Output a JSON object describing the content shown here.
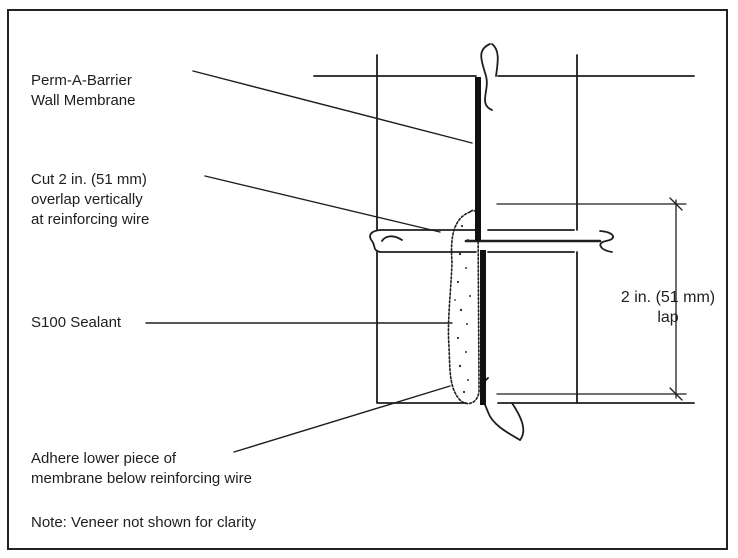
{
  "labels": {
    "membrane": [
      "Perm-A-Barrier",
      "Wall Membrane"
    ],
    "cut": [
      "Cut 2 in. (51 mm)",
      "overlap vertically",
      "at reinforcing wire"
    ],
    "sealant": [
      "S100 Sealant"
    ],
    "adhere": [
      "Adhere lower piece of",
      "membrane below reinforcing wire"
    ],
    "lap": [
      "2 in. (51 mm)",
      "lap"
    ],
    "note": "Note: Veneer not shown for clarity"
  },
  "colors": {
    "ink": "#1e1e1e",
    "frame": "#222222"
  }
}
